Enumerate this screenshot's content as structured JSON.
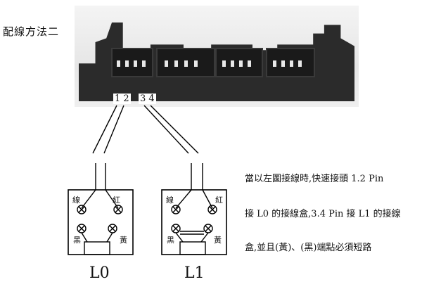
{
  "title": "配線方法二",
  "pin_labels": {
    "left": "1 2",
    "right": "3 4"
  },
  "boxes": [
    {
      "label": "L0",
      "tl": "線",
      "tr": "紅",
      "bl": "黑",
      "br": "黃"
    },
    {
      "label": "L1",
      "tl": "線",
      "tr": "紅",
      "bl": "黑",
      "br": "黃"
    }
  ],
  "notes": [
    "當以左圖接線時,快速接頭 1.2 Pin",
    "接 L0 的接線盒,3.4 Pin 接 L1 的接線",
    "盒,並且(黃)、(黑)端點必須短路"
  ]
}
